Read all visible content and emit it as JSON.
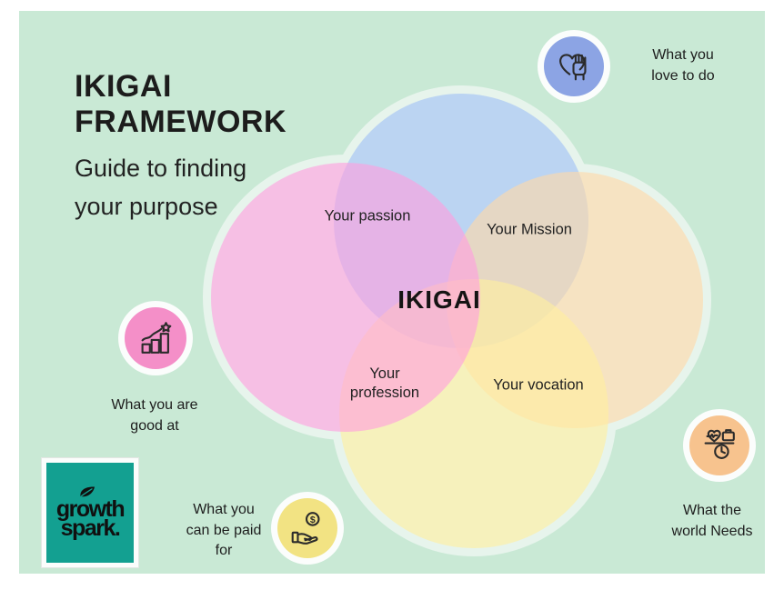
{
  "header": {
    "title_line1": "IKIGAI",
    "title_line2": "FRAMEWORK",
    "subtitle_line1": "Guide to finding",
    "subtitle_line2": "your purpose"
  },
  "venn": {
    "center_label": "IKIGAI",
    "passion_label": "Your passion",
    "mission_label": "Your Mission",
    "profession_line1": "Your",
    "profession_line2": "profession",
    "vocation_label": "Your vocation"
  },
  "callouts": {
    "love": {
      "icon": "heart-hand-icon",
      "line1": "What you",
      "line2": "love to do"
    },
    "good": {
      "icon": "growth-chart-icon",
      "line1": "What you are",
      "line2": "good at"
    },
    "paid": {
      "icon": "dollar-hand-icon",
      "line1": "What you",
      "line2": "can be paid",
      "line3": "for"
    },
    "needs": {
      "icon": "work-life-balance-icon",
      "line1": "What the",
      "line2": "world Needs"
    }
  },
  "logo": {
    "line1": "growth",
    "line2": "spark."
  },
  "colors": {
    "mint_panel": "#c9e9d5",
    "venn_ring": "#e7f4ec",
    "venn_blue": "#9fc0f5",
    "venn_pink": "#ff9ede",
    "venn_peach": "#ffd9a8",
    "venn_yellow": "#ffef9e",
    "icon_blue": "#8ca4e4",
    "icon_pink": "#f48fc8",
    "icon_yellow": "#f2e383",
    "icon_orange": "#f7c38e",
    "logo_teal": "#13a091",
    "text_dark": "#1c1c1c"
  }
}
